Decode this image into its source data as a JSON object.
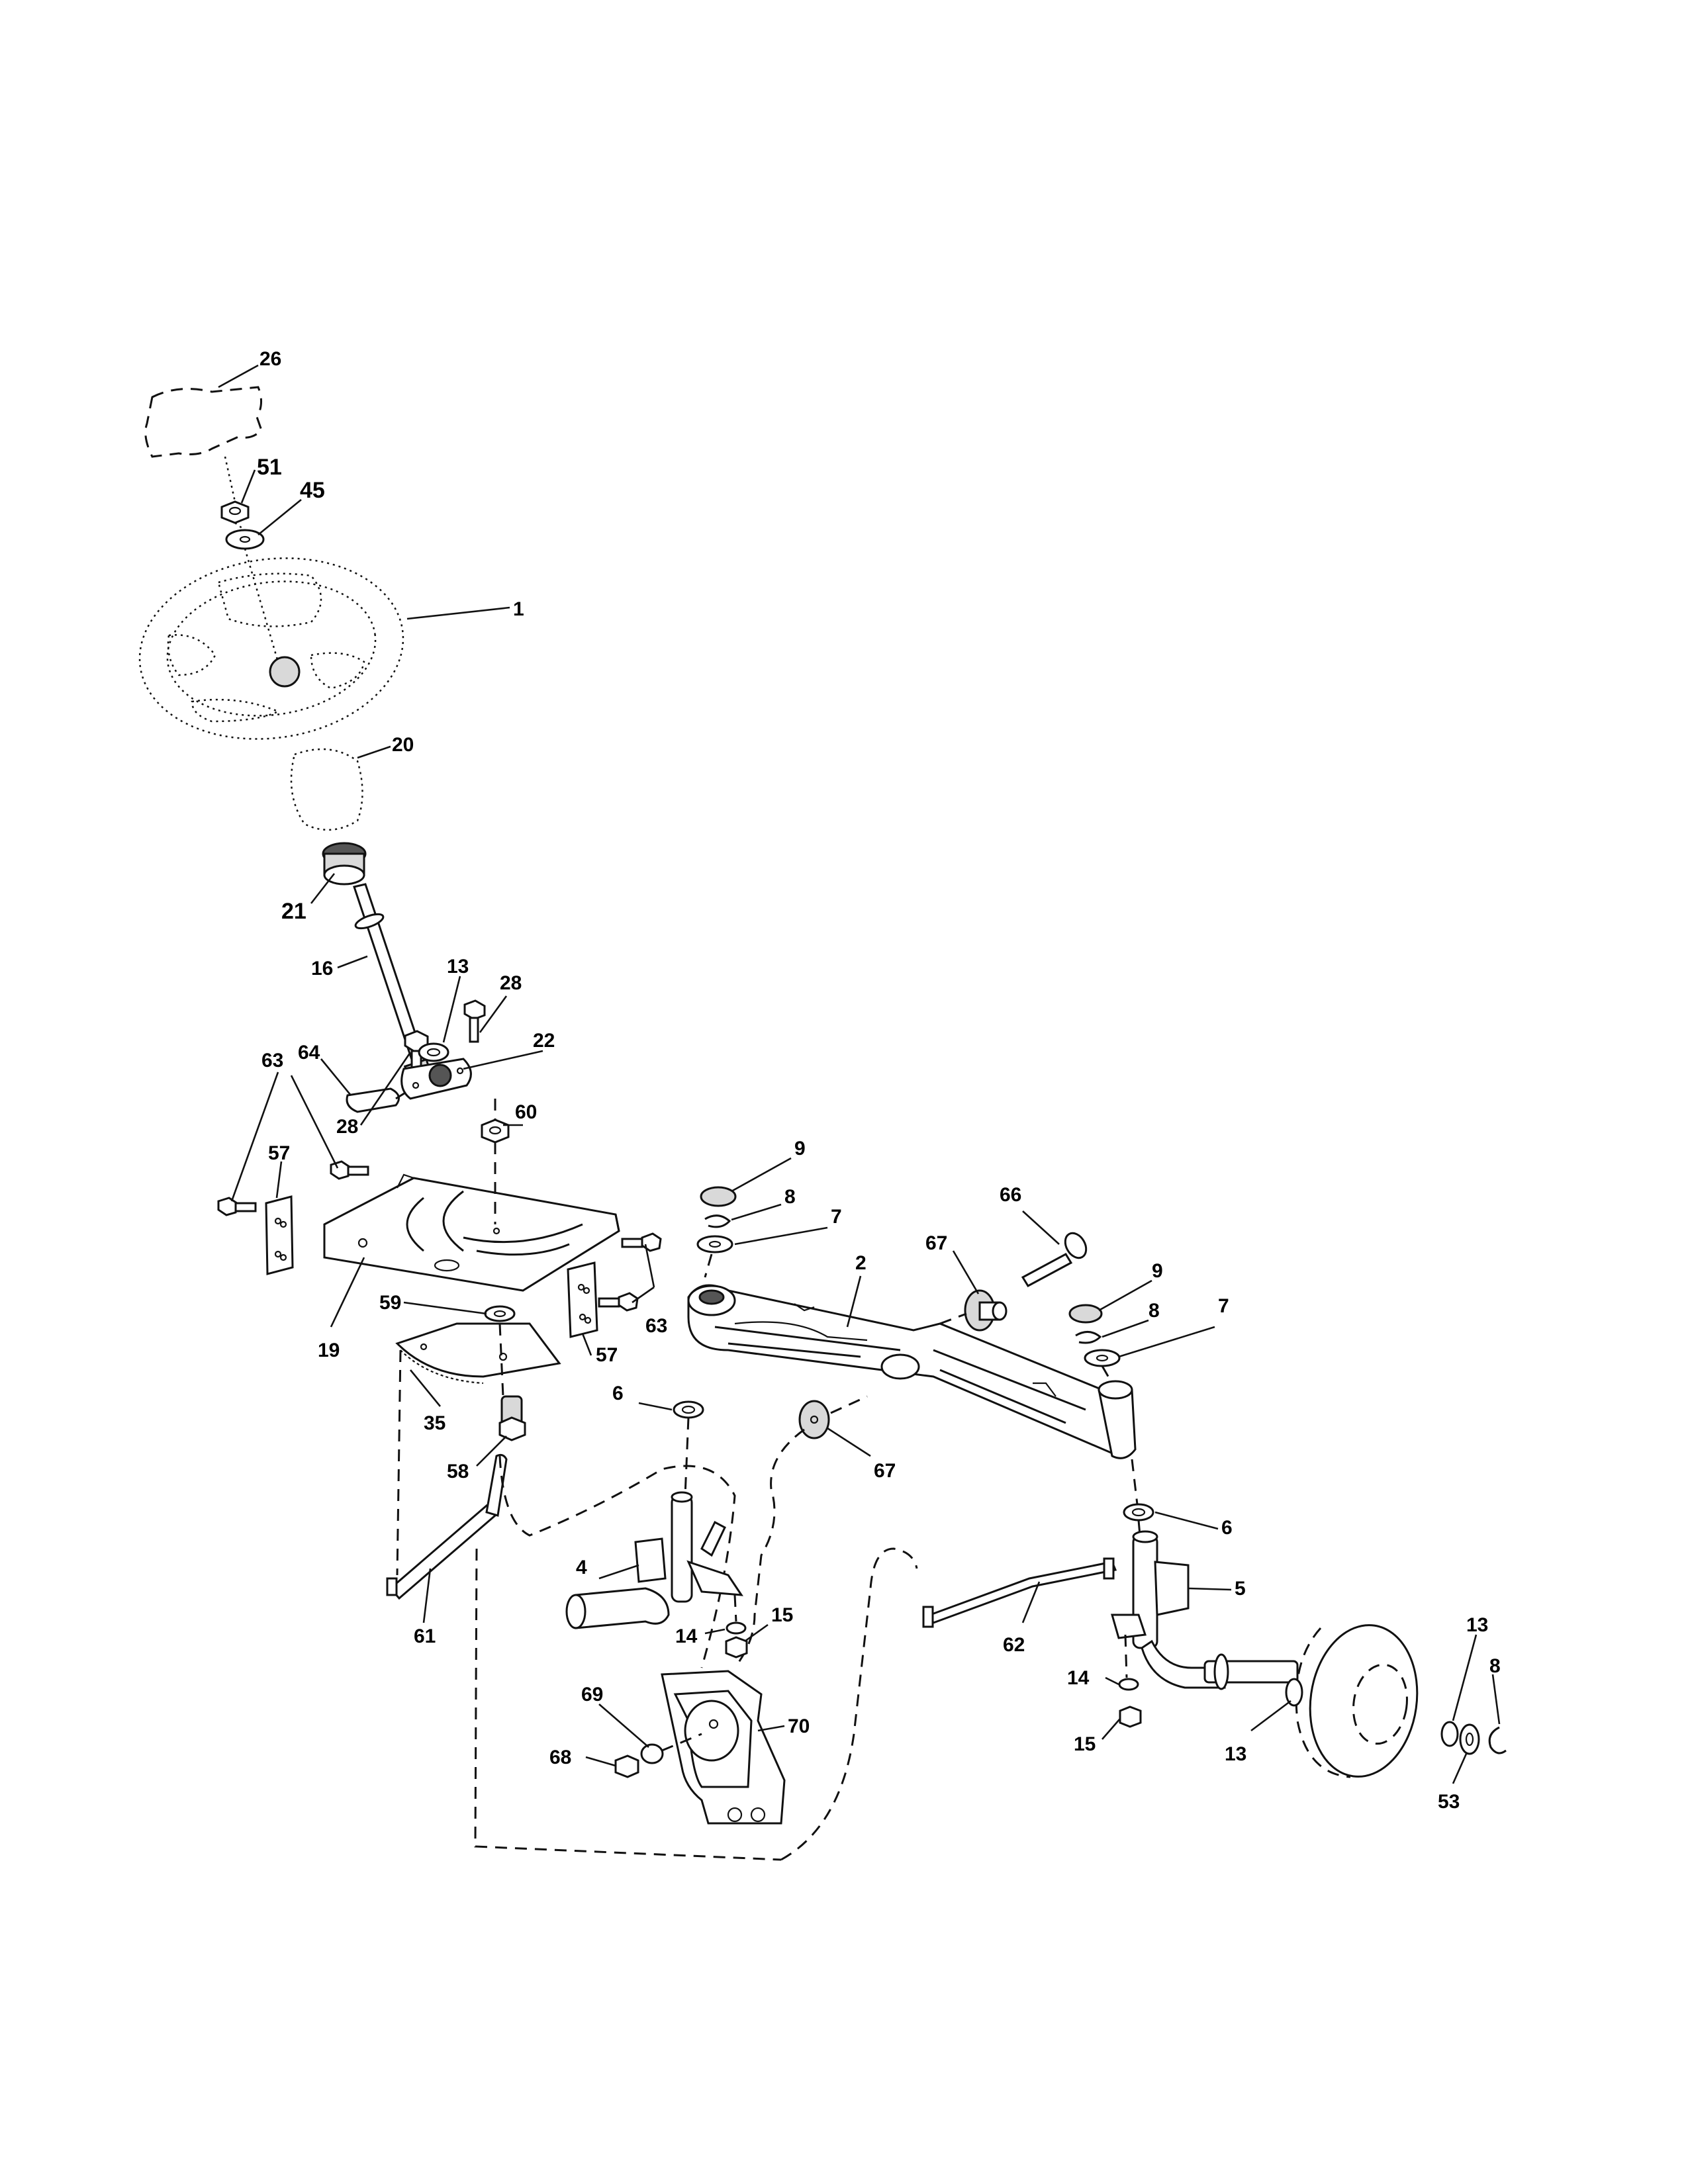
{
  "callouts": {
    "c26": "26",
    "c51": "51",
    "c45": "45",
    "c1": "1",
    "c20": "20",
    "c21": "21",
    "c16": "16",
    "c13a": "13",
    "c28a": "28",
    "c22": "22",
    "c64": "64",
    "c63a": "63",
    "c28b": "28",
    "c60": "60",
    "c57a": "57",
    "c19": "19",
    "c59": "59",
    "c63b": "63",
    "c57b": "57",
    "c35": "35",
    "c58": "58",
    "c61": "61",
    "c9a": "9",
    "c8a": "8",
    "c7a": "7",
    "c66": "66",
    "c67a": "67",
    "c2": "2",
    "c9b": "9",
    "c8b": "8",
    "c7b": "7",
    "c6a": "6",
    "c67b": "67",
    "c6b": "6",
    "c5": "5",
    "c4": "4",
    "c14a": "14",
    "c15a": "15",
    "c62": "62",
    "c14b": "14",
    "c15b": "15",
    "c13b": "13",
    "c13c": "13",
    "c8c": "8",
    "c53": "53",
    "c69": "69",
    "c70": "70",
    "c68": "68"
  }
}
